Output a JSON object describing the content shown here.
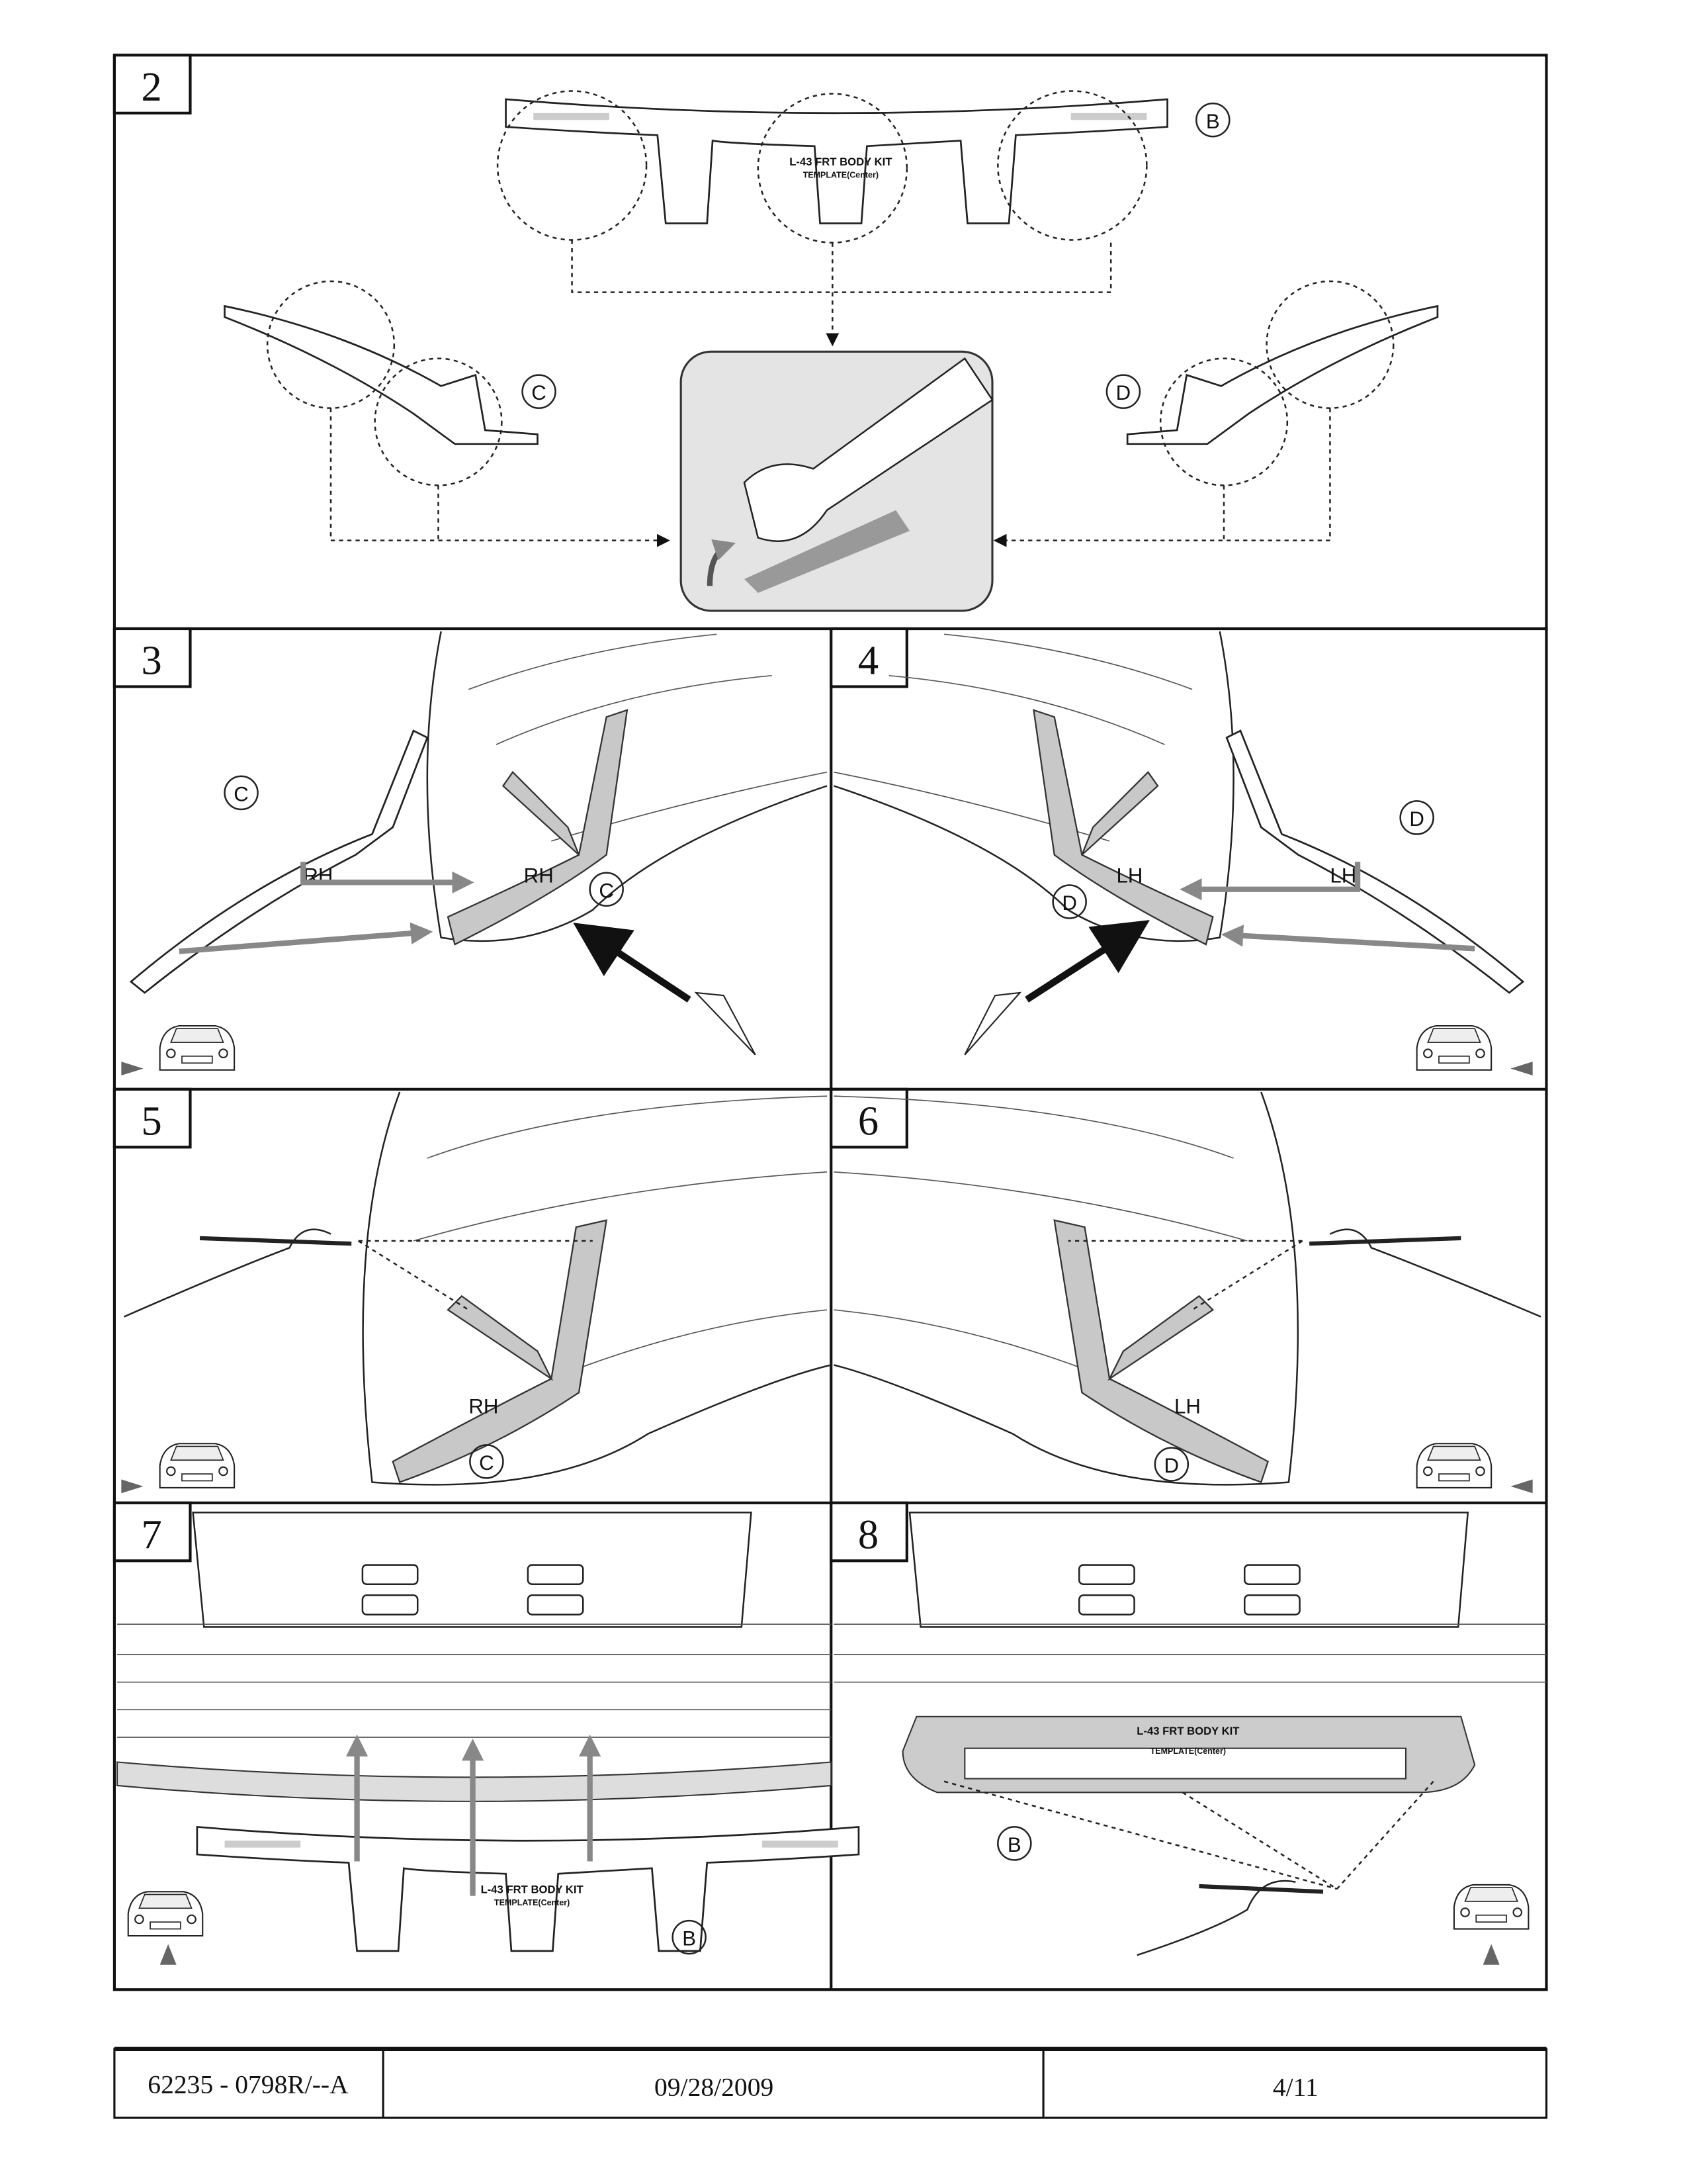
{
  "steps": {
    "s2": {
      "number": "2",
      "labels": {
        "b": "B",
        "c": "C",
        "d": "D"
      }
    },
    "s3": {
      "number": "3",
      "label": "C",
      "side": "RH"
    },
    "s4": {
      "number": "4",
      "label": "D",
      "side": "LH"
    },
    "s5": {
      "number": "5",
      "label": "C",
      "side": "RH"
    },
    "s6": {
      "number": "6",
      "label": "D",
      "side": "LH"
    },
    "s7": {
      "number": "7",
      "label": "B"
    },
    "s8": {
      "number": "8",
      "label": "B"
    }
  },
  "template": {
    "title": "L-43 FRT BODY KIT",
    "subtitle": "TEMPLATE(Center)"
  },
  "footer": {
    "part_number": "62235 - 0798R/--A",
    "date": "09/28/2009",
    "page": "4/11"
  }
}
